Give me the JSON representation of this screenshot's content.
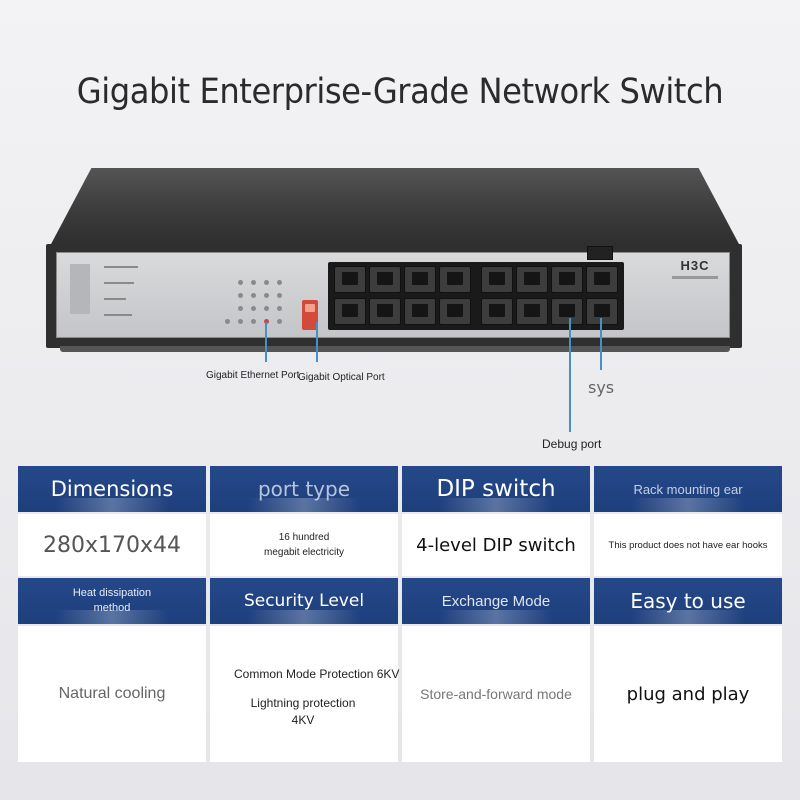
{
  "title": "Gigabit Enterprise-Grade Network Switch",
  "device": {
    "brand": "H3C",
    "callouts": {
      "ethernet": "Gigabit Ethernet Port",
      "optical": "Gigabit Optical Port",
      "sys": "sys",
      "debug": "Debug port"
    }
  },
  "specs": {
    "row1": {
      "headers": [
        "Dimensions",
        "port type",
        "DIP switch",
        "Rack mounting ear"
      ],
      "values": [
        "280x170x44",
        "16 hundred megabit electricity",
        "4-level DIP switch",
        "This product does not have ear hooks"
      ]
    },
    "row2": {
      "headers": [
        "Heat dissipation method",
        "Security Level",
        "Exchange Mode",
        "Easy to use"
      ],
      "values": [
        "Natural cooling",
        "Common Mode Protection 6KV",
        "Store-and-forward mode",
        "plug and play"
      ],
      "extra": "Lightning protection 4KV"
    }
  },
  "colors": {
    "header_bg": "#25488a",
    "callout_line": "#4a90c8"
  }
}
